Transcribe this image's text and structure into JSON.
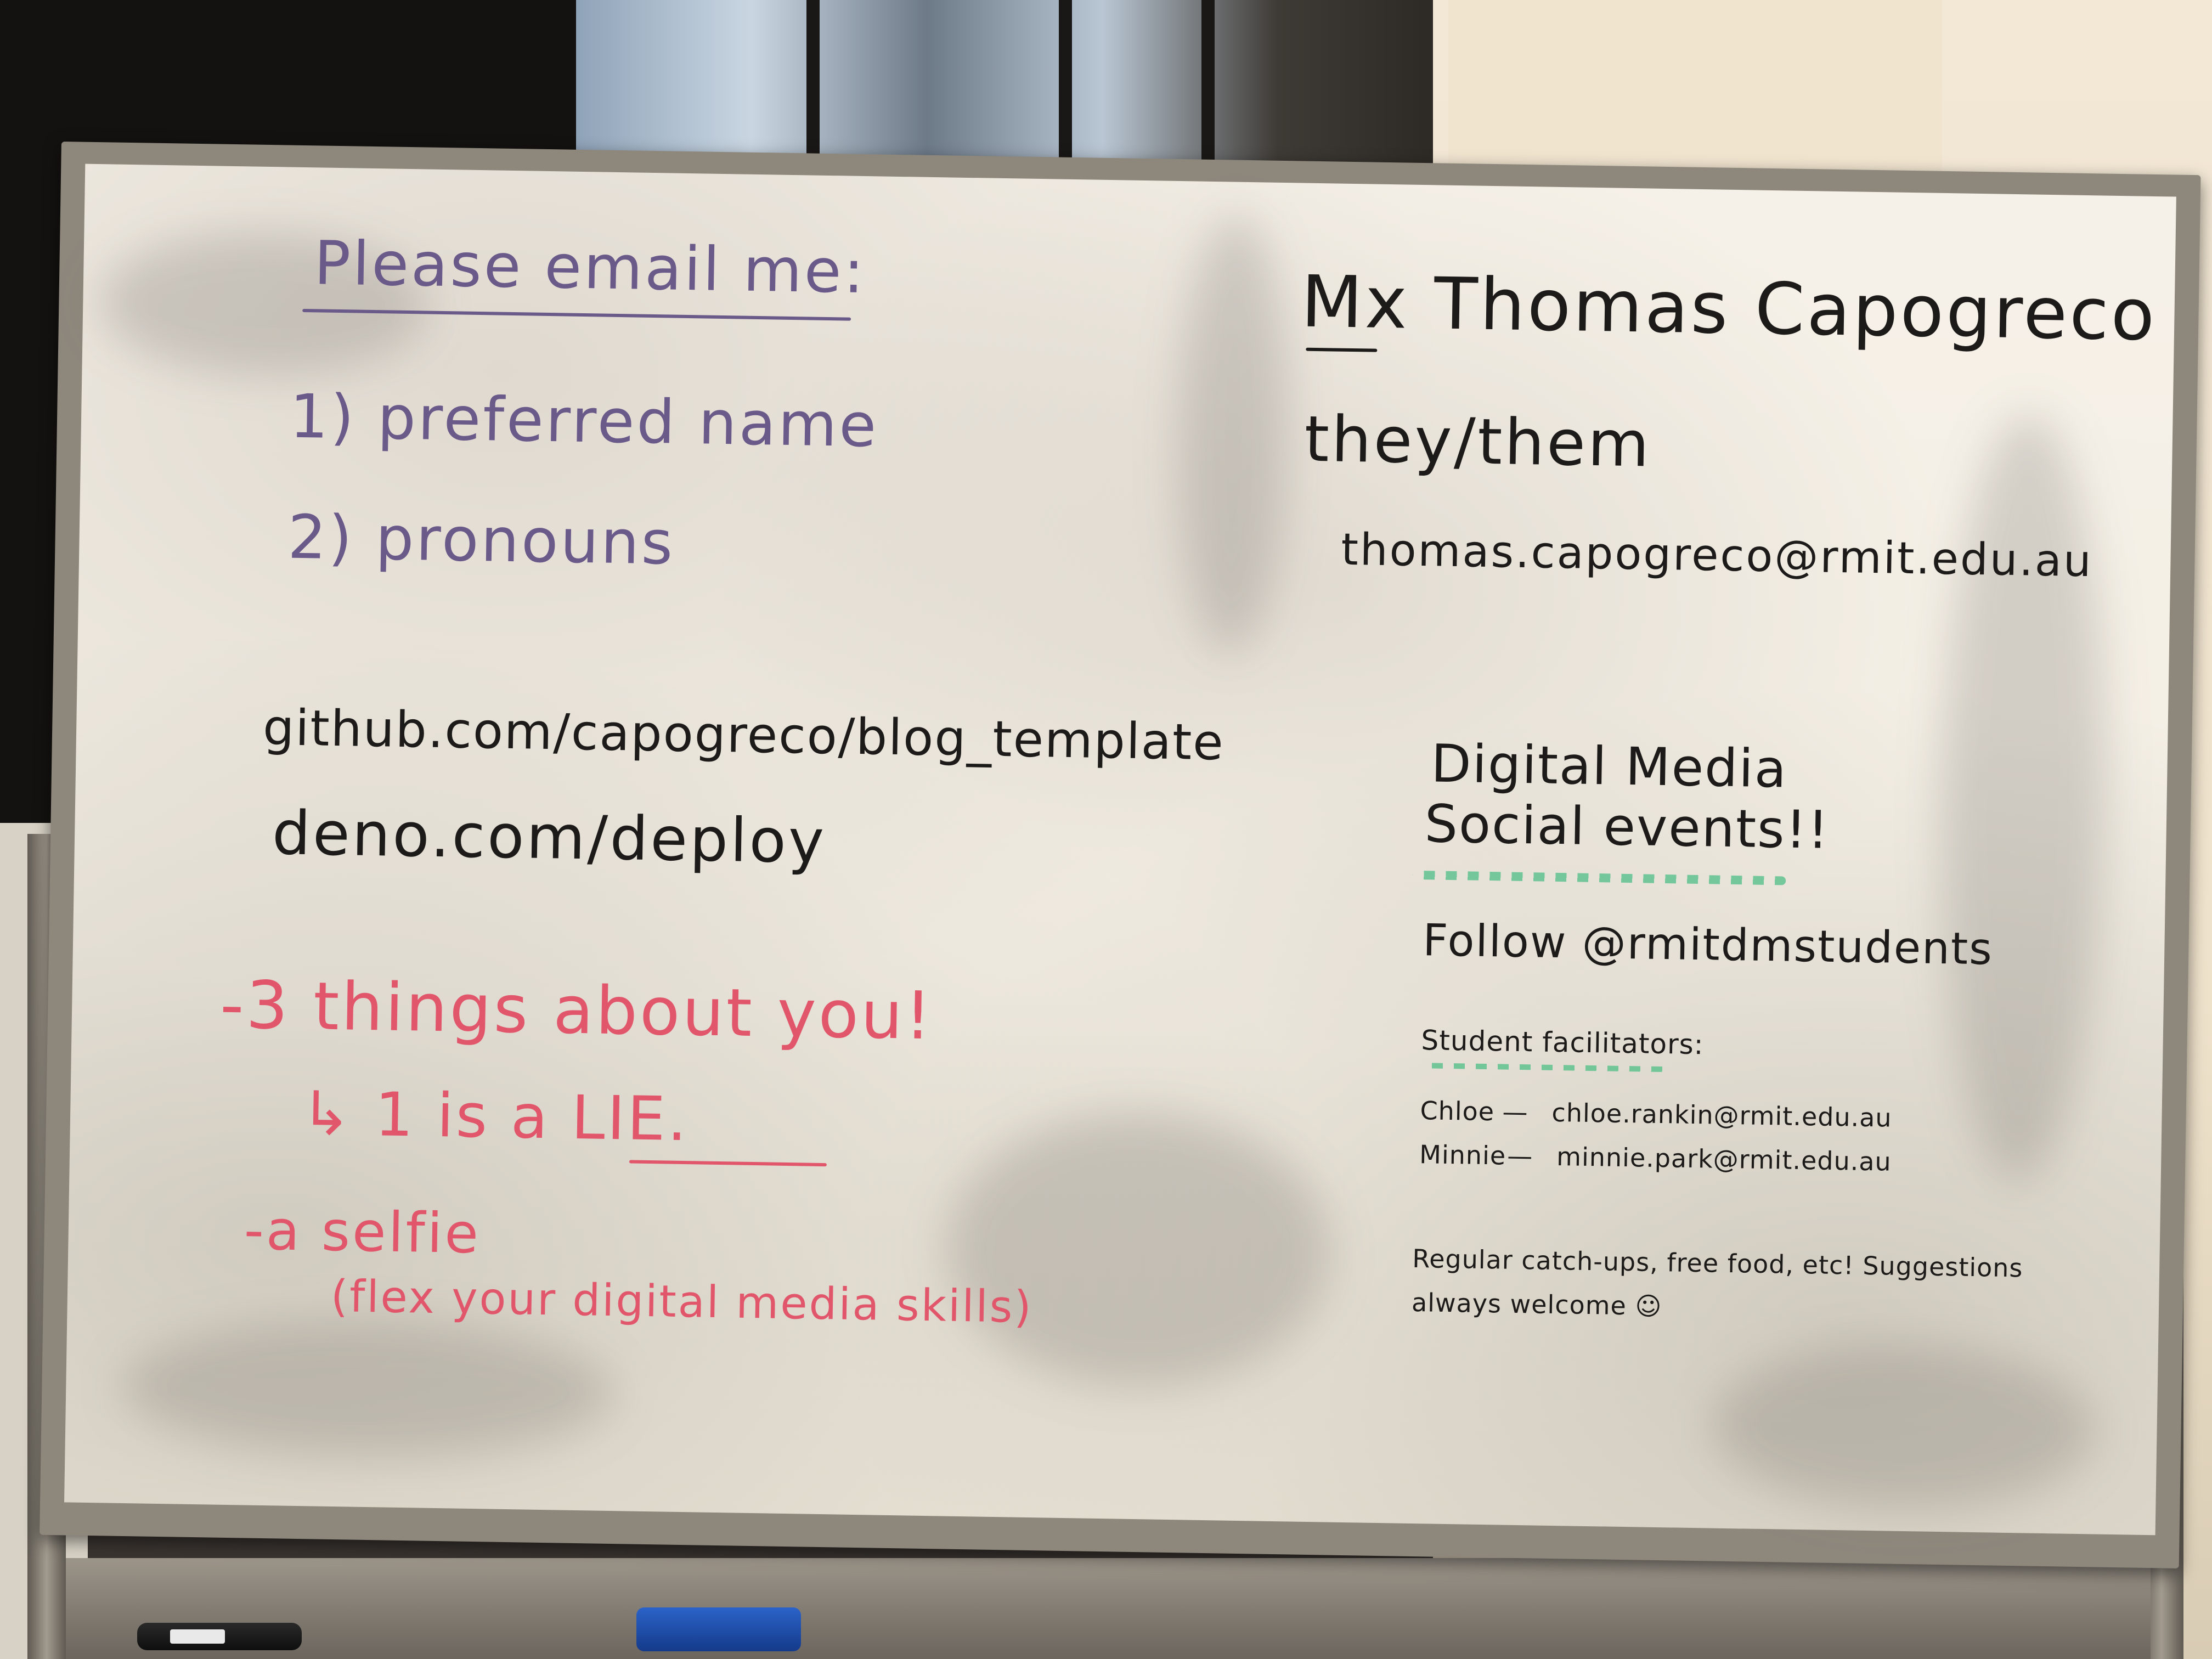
{
  "left_column": {
    "heading": "Please email me:",
    "items": [
      "1) preferred name",
      "2) pronouns"
    ],
    "links": [
      "github.com/capogreco/blog_template",
      "deno.com/deploy"
    ],
    "tasks": [
      "-3 things about you!",
      "↳ 1 is a LIE.",
      "-a selfie",
      "(flex your digital media skills)"
    ]
  },
  "right_column": {
    "name": "Mx Thomas Capogreco",
    "pronouns": "they/them",
    "email": "thomas.capogreco@rmit.edu.au",
    "events": {
      "title_line1": "Digital Media",
      "title_line2": "Social events!!",
      "follow": "Follow @rmitdmstudents",
      "facilitators_heading": "Student facilitators:",
      "facilitators": [
        {
          "name": "Chloe",
          "email": "chloe.rankin@rmit.edu.au"
        },
        {
          "name": "Minnie",
          "email": "minnie.park@rmit.edu.au"
        }
      ],
      "note_line1": "Regular catch-ups, free food, etc! Suggestions",
      "note_line2": "always welcome ☺"
    }
  },
  "colors": {
    "purple_marker": "#6a5a8a",
    "black_marker": "#1d1b1a",
    "red_marker": "#e1566a",
    "green_marker": "#57c08a"
  }
}
